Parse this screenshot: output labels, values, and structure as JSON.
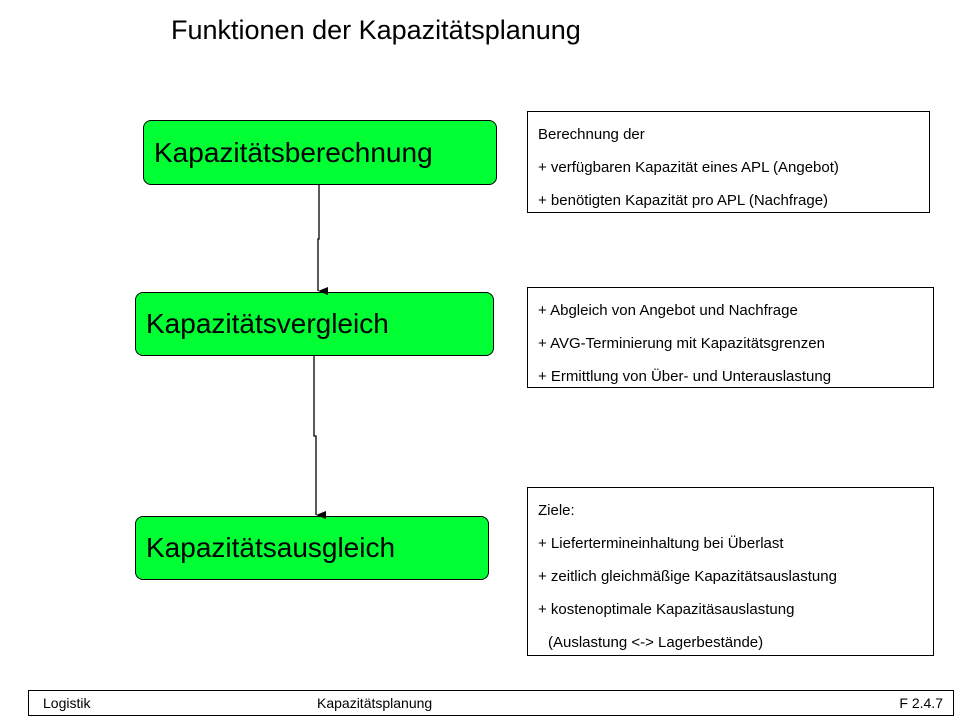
{
  "title": "Funktionen der Kapazitätsplanung",
  "colors": {
    "box_fill": "#00ff33",
    "border": "#000000",
    "arrow": "#000000"
  },
  "stages": [
    {
      "label": "Kapazitätsberechnung",
      "details": [
        "Berechnung der",
        "+ verfügbaren Kapazität eines APL (Angebot)",
        "+ benötigten Kapazität pro APL (Nachfrage)"
      ]
    },
    {
      "label": "Kapazitätsvergleich",
      "details": [
        "+ Abgleich von Angebot und Nachfrage",
        "+ AVG-Terminierung mit Kapazitätsgrenzen",
        "+ Ermittlung von Über- und Unterauslastung"
      ]
    },
    {
      "label": "Kapazitätsausgleich",
      "details": [
        "Ziele:",
        "+ Lieferterminеinhaltung bei Überlast",
        "+ zeitlich gleichmäßige Kapazitätsauslastung",
        "+ kostenoptimale Kapazitäsauslastung",
        "(Auslastung <-> Lagerbestände)"
      ]
    }
  ],
  "footer": {
    "left": "Logistik",
    "center": "Kapazitätsplanung",
    "right": "F 2.4.7"
  }
}
